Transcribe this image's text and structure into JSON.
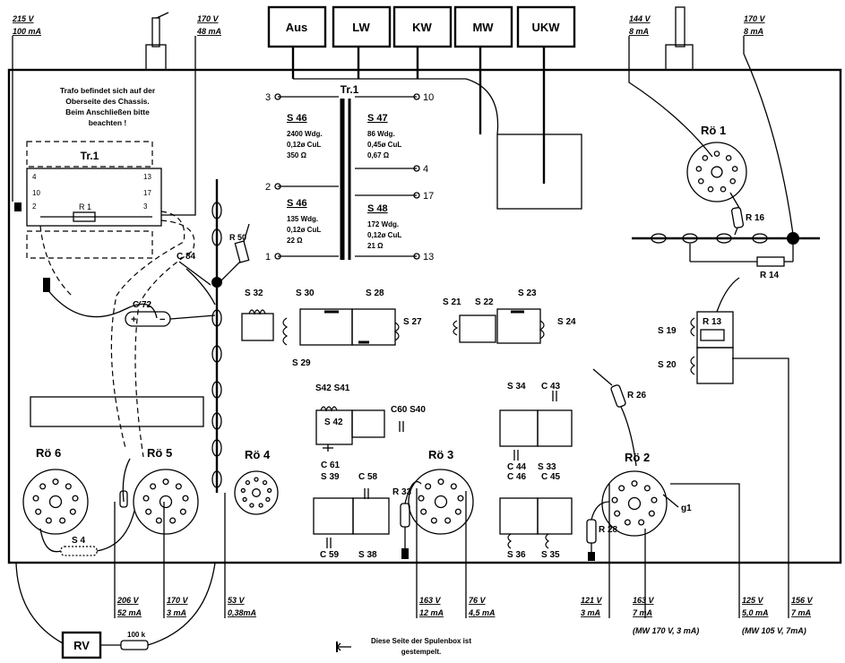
{
  "buttons": [
    {
      "id": "aus",
      "label": "Aus"
    },
    {
      "id": "lw",
      "label": "LW"
    },
    {
      "id": "kw",
      "label": "KW"
    },
    {
      "id": "mw",
      "label": "MW"
    },
    {
      "id": "ukw",
      "label": "UKW"
    }
  ],
  "transformer": {
    "label": "Tr.1",
    "windings": [
      {
        "name": "S 46",
        "lines": [
          "2400 Wdg.",
          "0,12ø CuL",
          "350 Ω"
        ]
      },
      {
        "name": "S 47",
        "lines": [
          "86  Wdg.",
          "0,45ø  CuL",
          "0,67    Ω"
        ]
      },
      {
        "name": "S 46",
        "lines": [
          "135 Wdg.",
          "0,12ø CuL",
          "22 Ω"
        ]
      },
      {
        "name": "S 48",
        "lines": [
          "172  Wdg.",
          "0,12ø CuL",
          "21    Ω"
        ]
      }
    ],
    "terminals": [
      "3",
      "2",
      "1",
      "10",
      "4",
      "17",
      "13"
    ]
  },
  "note": {
    "lines": [
      "Trafo befindet sich auf der",
      "Oberseite des Chassis.",
      "Beim Anschließen bitte",
      "beachten !"
    ],
    "inset_label": "Tr.1",
    "inset_pins": [
      "4",
      "10",
      "2",
      "13",
      "17",
      "3"
    ],
    "inset_resistor": "R 1"
  },
  "tubes": [
    {
      "id": "ro1",
      "label": "Rö 1"
    },
    {
      "id": "ro2",
      "label": "Rö 2"
    },
    {
      "id": "ro3",
      "label": "Rö 3"
    },
    {
      "id": "ro4",
      "label": "Rö 4"
    },
    {
      "id": "ro5",
      "label": "Rö 5"
    },
    {
      "id": "ro6",
      "label": "Rö 6"
    }
  ],
  "component_labels": {
    "r50": "R 50",
    "r16": "R 16",
    "r14": "R 14",
    "r13": "R 13",
    "r26": "R 26",
    "r28": "R 28",
    "r33": "R 33",
    "c84": "C 84",
    "c72": "C 72",
    "c43": "C 43",
    "c44": "C 44",
    "c46": "C 46",
    "c45": "C 45",
    "c60s40": "C60  S40",
    "c61": "C 61",
    "c58": "C 58",
    "c59": "C 59",
    "s32": "S 32",
    "s30": "S 30",
    "s28": "S 28",
    "s27": "S 27",
    "s29": "S 29",
    "s21": "S 21",
    "s22": "S 22",
    "s23": "S 23",
    "s24": "S 24",
    "s19": "S 19",
    "s20": "S 20",
    "s42s41": "S42  S41",
    "s42": "S 42",
    "s34": "S 34",
    "s33": "S 33",
    "s36": "S 36",
    "s35": "S 35",
    "s39": "S 39",
    "s38": "S 38",
    "s4": "S 4",
    "g1": "g1"
  },
  "measurements": {
    "top": [
      {
        "v": "215 V",
        "i": "100 mA"
      },
      {
        "v": "170 V",
        "i": "48 mA"
      },
      {
        "v": "144 V",
        "i": "8 mA"
      },
      {
        "v": "170 V",
        "i": "8 mA"
      }
    ],
    "bottom": [
      {
        "v": "206 V",
        "i": "52 mA"
      },
      {
        "v": "170 V",
        "i": "3 mA"
      },
      {
        "v": "53 V",
        "i": "0,38mA"
      },
      {
        "v": "163 V",
        "i": "12 mA"
      },
      {
        "v": "76 V",
        "i": "4,5 mA"
      },
      {
        "v": "121 V",
        "i": "3 mA"
      },
      {
        "v": "163 V",
        "i": "7 mA",
        "extra": "(MW 170 V, 3 mA)"
      },
      {
        "v": "125 V",
        "i": "5,0 mA",
        "extra": "(MW 105 V, 7mA)"
      },
      {
        "v": "156 V",
        "i": "7 mA"
      }
    ]
  },
  "rv": {
    "label": "RV",
    "resistor": "100 k"
  },
  "footer": {
    "lines": [
      "Diese Seite der Spulenbox ist",
      "gestempelt."
    ]
  }
}
